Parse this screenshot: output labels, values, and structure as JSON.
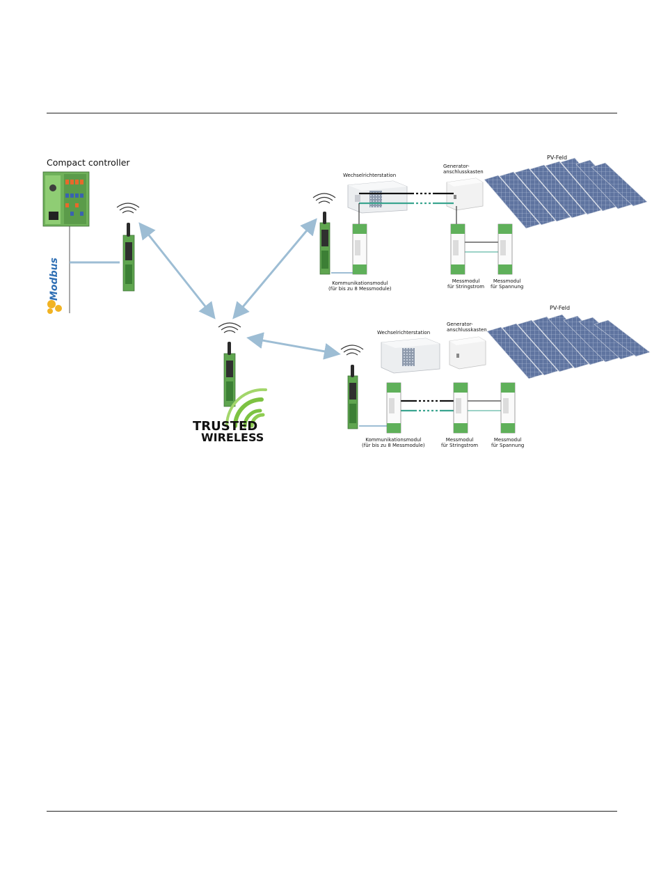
{
  "controller": {
    "title": "Compact controller",
    "logo_text": "Modbus"
  },
  "branding": {
    "line1": "TRUSTED",
    "line2": "WIRELESS"
  },
  "station_top": {
    "field": "PV-Feld",
    "inverter": "Wechselrichterstation",
    "combiner_line1": "Generator-",
    "combiner_line2": "anschlusskasten",
    "comm_line1": "Kommunikationsmodul",
    "comm_line2": "(für bis zu 8 Messmodule)",
    "meas1_line1": "Messmodul",
    "meas1_line2": "für Stringstrom",
    "meas2_line1": "Messmodul",
    "meas2_line2": "für Spannung"
  },
  "station_bottom": {
    "field": "PV-Feld",
    "inverter": "Wechselrichterstation",
    "combiner_line1": "Generator-",
    "combiner_line2": "anschlusskasten",
    "comm_line1": "Kommunikationsmodul",
    "comm_line2": "(für bis zu 8 Messmodule)",
    "meas1_line1": "Messmodul",
    "meas1_line2": "für Stringstrom",
    "meas2_line1": "Messmodul",
    "meas2_line2": "für Spannung"
  },
  "colors": {
    "link": "#9dbdd4",
    "module_green": "#4f9a4a",
    "panel_blue": "#5a6f9a",
    "trusted_green": "#7dc242"
  }
}
